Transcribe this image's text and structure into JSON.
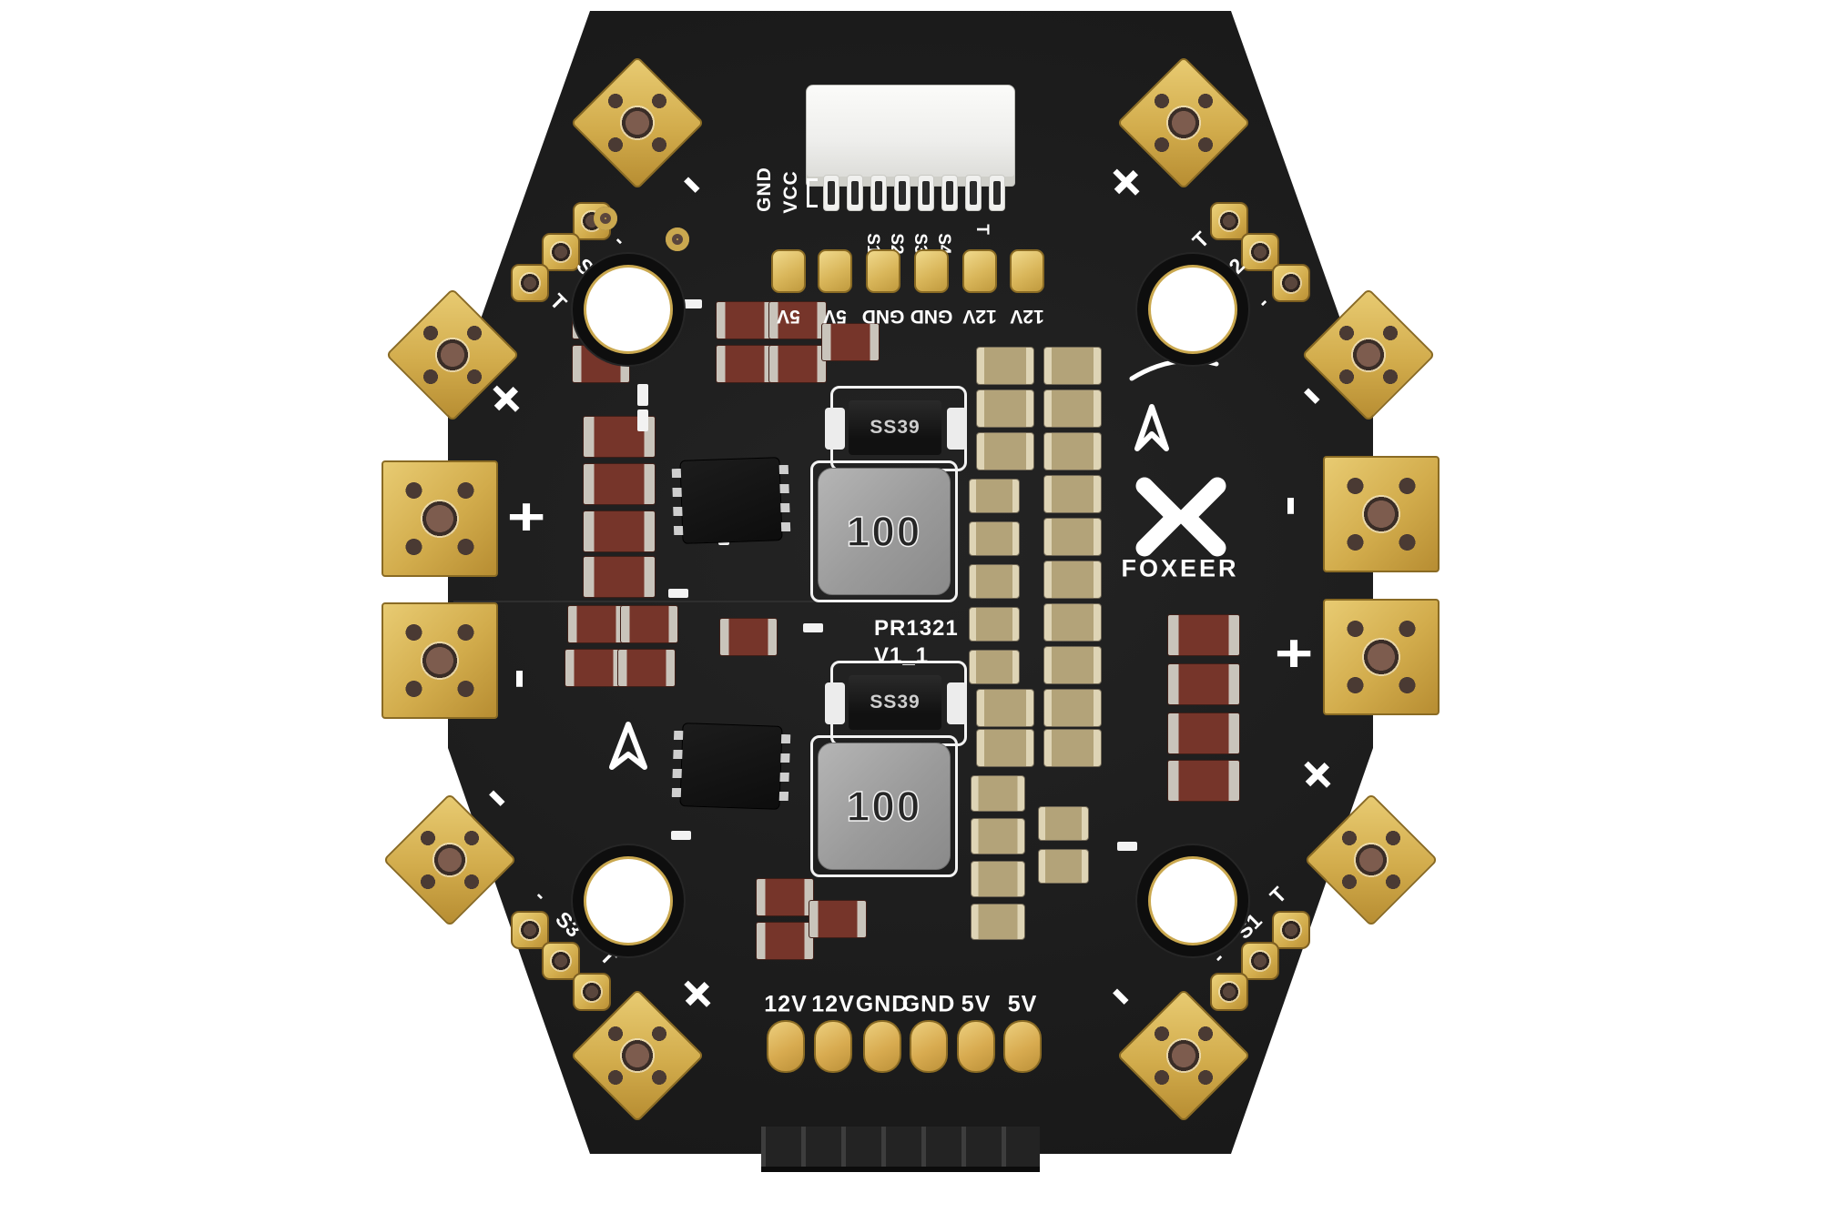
{
  "board": {
    "brand": "FOXEER",
    "model": "PR1321",
    "version": "V1_1"
  },
  "connector": {
    "gnd_label": "GND",
    "vcc_label": "VCC",
    "pin_labels": [
      "S1",
      "S2",
      "S3",
      "S4"
    ],
    "throttle_label": "T"
  },
  "io_rows": {
    "top_labels": [
      "5V",
      "5V",
      "GND",
      "GND",
      "12V",
      "12V"
    ],
    "bottom_labels": [
      "12V",
      "12V",
      "GND",
      "GND",
      "5V",
      "5V"
    ]
  },
  "power_pad_marks": {
    "top_left": "-",
    "top_right": "+",
    "upper_left": "+",
    "upper_right": "-",
    "west_upper": "+",
    "west_lower": "-",
    "east_upper": "-",
    "east_lower": "+",
    "lower_left": "-",
    "lower_right": "+",
    "bottom_left": "+",
    "bottom_right": "-"
  },
  "corner_signal_labels": {
    "top_left": [
      "-",
      "S4",
      "T"
    ],
    "top_right": [
      "T",
      "S2",
      "-"
    ],
    "bottom_left": [
      "-",
      "S3",
      "T"
    ],
    "bottom_right": [
      "T",
      "S1",
      "-"
    ]
  },
  "components": {
    "diode_label": "SS39",
    "inductor_label": "100"
  },
  "colors": {
    "board": "#1a1a1a",
    "pad_gold": "#d2ac4c",
    "silkscreen": "#ffffff",
    "inductor_gray": "#9a9a9a",
    "capacitor_tan": "#b3a379",
    "capacitor_brown": "#76352a"
  }
}
